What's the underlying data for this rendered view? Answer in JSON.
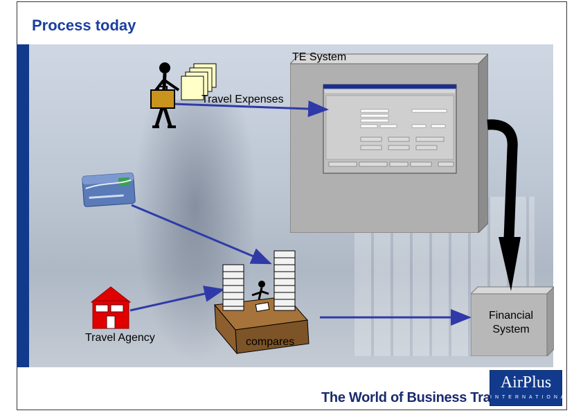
{
  "header": {
    "title": "Process today"
  },
  "diagram": {
    "te_system_label": "TE System",
    "travel_expenses_label": "Travel Expenses",
    "travel_agency_label": "Travel Agency",
    "compares_label": "compares",
    "financial_system_line1": "Financial",
    "financial_system_line2": "System"
  },
  "footer": {
    "slogan": "The World of Business Travel.",
    "logo_main": "AirPlus",
    "logo_sub": "INTERNATIONAL"
  },
  "colors": {
    "title": "#1b3fa0",
    "brand_blue": "#123a8c",
    "arrow": "#2f3aa8",
    "box_gray": "#b3b3b3",
    "house_red": "#e00000"
  },
  "icons": [
    "person-with-briefcase-icon",
    "documents-icon",
    "credit-card-icon",
    "house-icon",
    "desk-with-paper-stacks-icon",
    "large-curved-arrow-icon"
  ]
}
